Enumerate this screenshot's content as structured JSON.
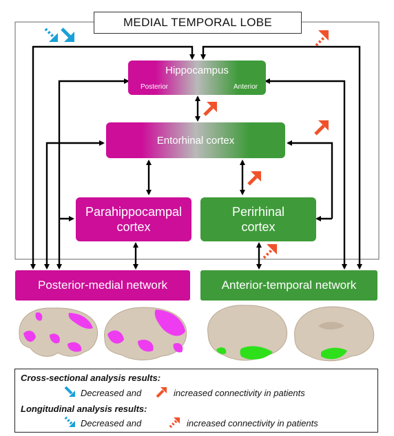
{
  "title": "MEDIAL TEMPORAL LOBE",
  "nodes": {
    "hippocampus": {
      "label": "Hippocampus",
      "posterior": "Posterior",
      "anterior": "Anterior"
    },
    "entorhinal": {
      "label": "Entorhinal cortex"
    },
    "parahippocampal": {
      "line1": "Parahippocampal",
      "line2": "cortex"
    },
    "perirhinal": {
      "line1": "Perirhinal",
      "line2": "cortex"
    },
    "pm_network": {
      "label": "Posterior-medial network"
    },
    "at_network": {
      "label": "Anterior-temporal network"
    }
  },
  "legend": {
    "cross_heading": "Cross-sectional analysis results:",
    "cross_decreased": "Decreased and",
    "cross_increased": "increased connectivity in patients",
    "long_heading": "Longitudinal analysis results:",
    "long_decreased": "Decreased and",
    "long_increased": "increased connectivity in patients"
  },
  "colors": {
    "posterior_medial": "#cc0e99",
    "anterior_temporal": "#3f9b3a",
    "decreased": "#1aa0d8",
    "increased": "#f0522a",
    "brain": "#d6c9b8"
  }
}
